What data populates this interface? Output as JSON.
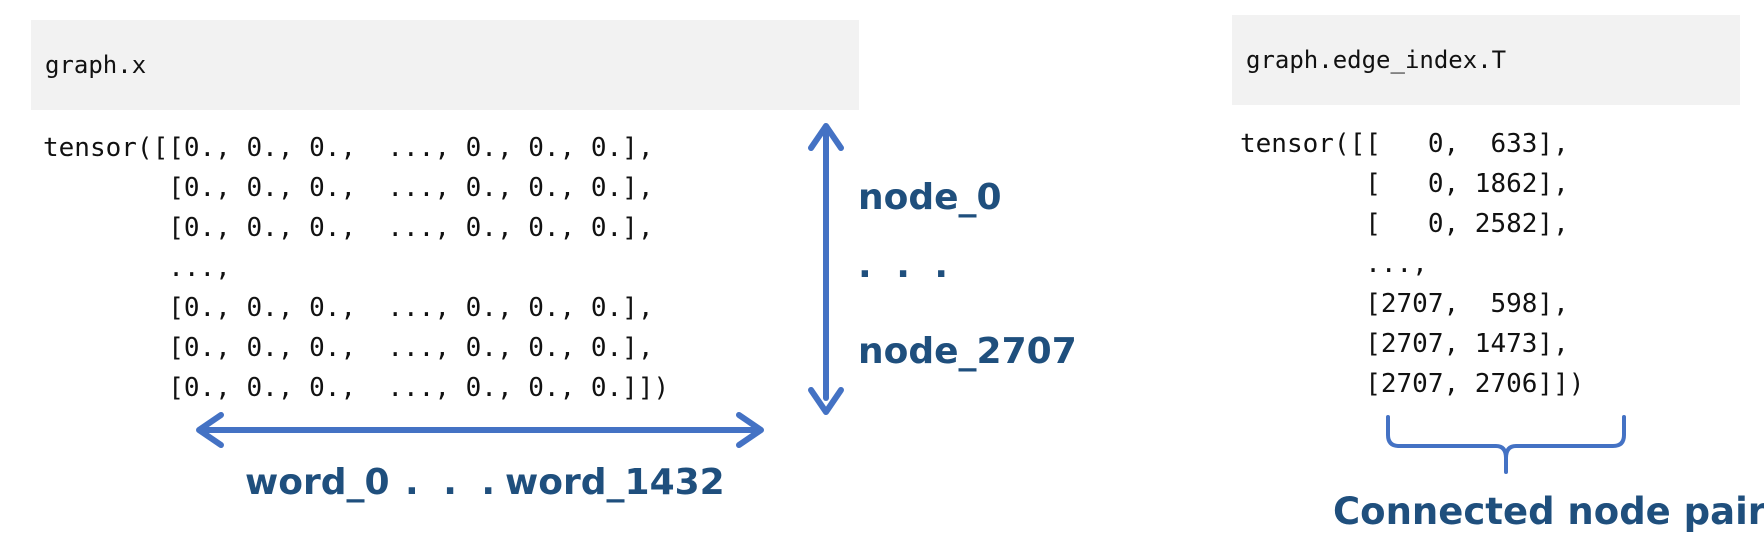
{
  "left_cell": {
    "header": "graph.x",
    "output_lines": [
      "tensor([[0., 0., 0.,  ..., 0., 0., 0.],",
      "        [0., 0., 0.,  ..., 0., 0., 0.],",
      "        [0., 0., 0.,  ..., 0., 0., 0.],",
      "        ...,",
      "        [0., 0., 0.,  ..., 0., 0., 0.],",
      "        [0., 0., 0.,  ..., 0., 0., 0.],",
      "        [0., 0., 0.,  ..., 0., 0., 0.]])"
    ]
  },
  "right_cell": {
    "header": "graph.edge_index.T",
    "output_lines": [
      "tensor([[   0,  633],",
      "        [   0, 1862],",
      "        [   0, 2582],",
      "        ...,",
      "        [2707,  598],",
      "        [2707, 1473],",
      "        [2707, 2706]])"
    ]
  },
  "annotations": {
    "rows_top": "node_0",
    "rows_middle": ". . .",
    "rows_bottom": "node_2707",
    "cols_left": "word_0",
    "cols_middle": ". . .",
    "cols_right": "word_1432",
    "brace_label": "Connected node pairs"
  },
  "colors": {
    "arrow": "#4472c4",
    "label": "#1f4f7d",
    "header_bg": "#f2f2f2"
  }
}
